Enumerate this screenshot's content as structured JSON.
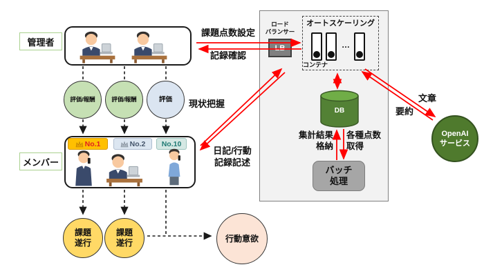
{
  "actors": {
    "admin_label": "管理者",
    "member_label": "メンバー"
  },
  "eval_circles": [
    "評価/報酬",
    "評価/報酬",
    "評価"
  ],
  "member_badges": [
    {
      "rank": "No.1"
    },
    {
      "rank": "No.2"
    },
    {
      "rank": "No.10"
    }
  ],
  "task_circles": [
    "課題\n遂行",
    "課題\n遂行"
  ],
  "motivation_label": "行動意欲",
  "flow_labels": {
    "task_score_setting": "課題点数設定",
    "record_check": "記録確認",
    "status_grasp": "現状把握",
    "diary_record": "日記/行動\n記録記述",
    "store_results": "集計結果\n格納",
    "fetch_scores": "各種点数\n取得",
    "document": "文章",
    "summary": "要約"
  },
  "system": {
    "lb_title": "ロード\nバランサー",
    "lb": "LB",
    "autoscaling": "オートスケーリング",
    "container_label": "コンテナ",
    "ellipsis": "…",
    "db": "DB",
    "batch": "バッチ\n処理"
  },
  "external": {
    "openai": "OpenAI\nサービス"
  },
  "colors": {
    "arrow_red": "#ff0000",
    "eval_green": "#c6e0b4",
    "eval_blue": "#dbe5f1",
    "task_yellow": "#ffd966",
    "motivation_pink": "#fce4d6",
    "db_green": "#538135",
    "openai_green": "#4f7a2d",
    "system_gray": "#f2f2f2",
    "lb_gray": "#808080",
    "batch_gray": "#a6a6a6",
    "badge1_bg": "#ffc000",
    "badge2_bg": "#dce6f1",
    "badge3_bg": "#d5e8e4",
    "name_border_green": "#a9d18e"
  }
}
